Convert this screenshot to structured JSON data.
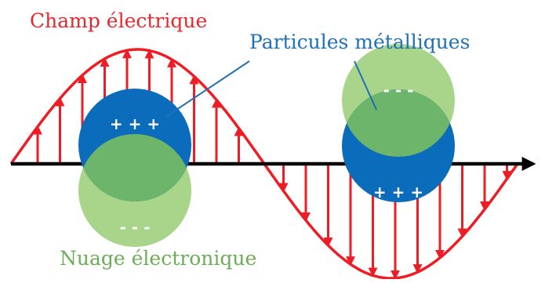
{
  "labels": {
    "field": "Champ électrique",
    "particles": "Particules métalliques",
    "cloud": "Nuage électronique"
  },
  "charges": {
    "left_top": "+ + +",
    "left_bottom": "- - -",
    "right_top": "- - -",
    "right_bottom": "+ + +"
  },
  "colors": {
    "field": "#ee1c24",
    "particle": "#0b6cbb",
    "cloud_light": "#a8d58a",
    "cloud_dark": "#6cb56a",
    "axis": "#000000",
    "field_label": "#e8262b",
    "particles_label": "#1f70b7",
    "cloud_label": "#6cad58"
  }
}
